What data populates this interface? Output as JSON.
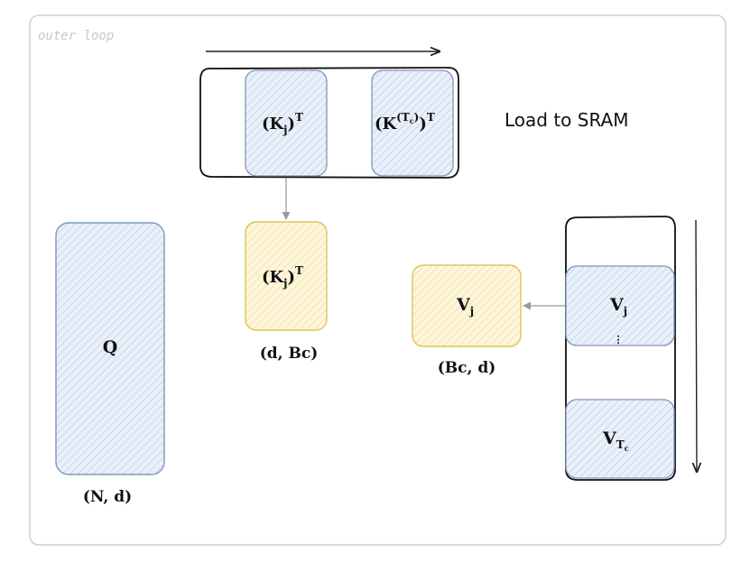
{
  "frame": {
    "label": "outer loop"
  },
  "load_label": "Load to SRAM",
  "k_strip": {
    "block1": {
      "base": "(K",
      "sub": "j",
      "close": ")",
      "sup": "T"
    },
    "block2": {
      "base": "(K",
      "sup_inner": "(T",
      "sup_inner_sub": "c",
      "sup_inner_close": ")",
      "close": ")",
      "sup": "T"
    }
  },
  "k_sram": {
    "base": "(K",
    "sub": "j",
    "close": ")",
    "sup": "T",
    "dims": "(d, Bc)"
  },
  "q_block": {
    "label": "Q",
    "dims": "(N, d)"
  },
  "v_sram": {
    "base": "V",
    "sub": "j",
    "dims": "(Bc, d)"
  },
  "v_strip": {
    "block1": {
      "base": "V",
      "sub": "j",
      "dots": "⋮"
    },
    "block2": {
      "base": "V",
      "sub": "T",
      "subsub": "c"
    }
  },
  "colors": {
    "blue_fill": "#dde6f4",
    "blue_stroke": "#7d97bd",
    "yellow_fill": "#fbf0d0",
    "yellow_stroke": "#e2c25c",
    "frame_stroke": "#cfcfcf",
    "arrow": "#9a9a9a",
    "ink": "#111111"
  }
}
